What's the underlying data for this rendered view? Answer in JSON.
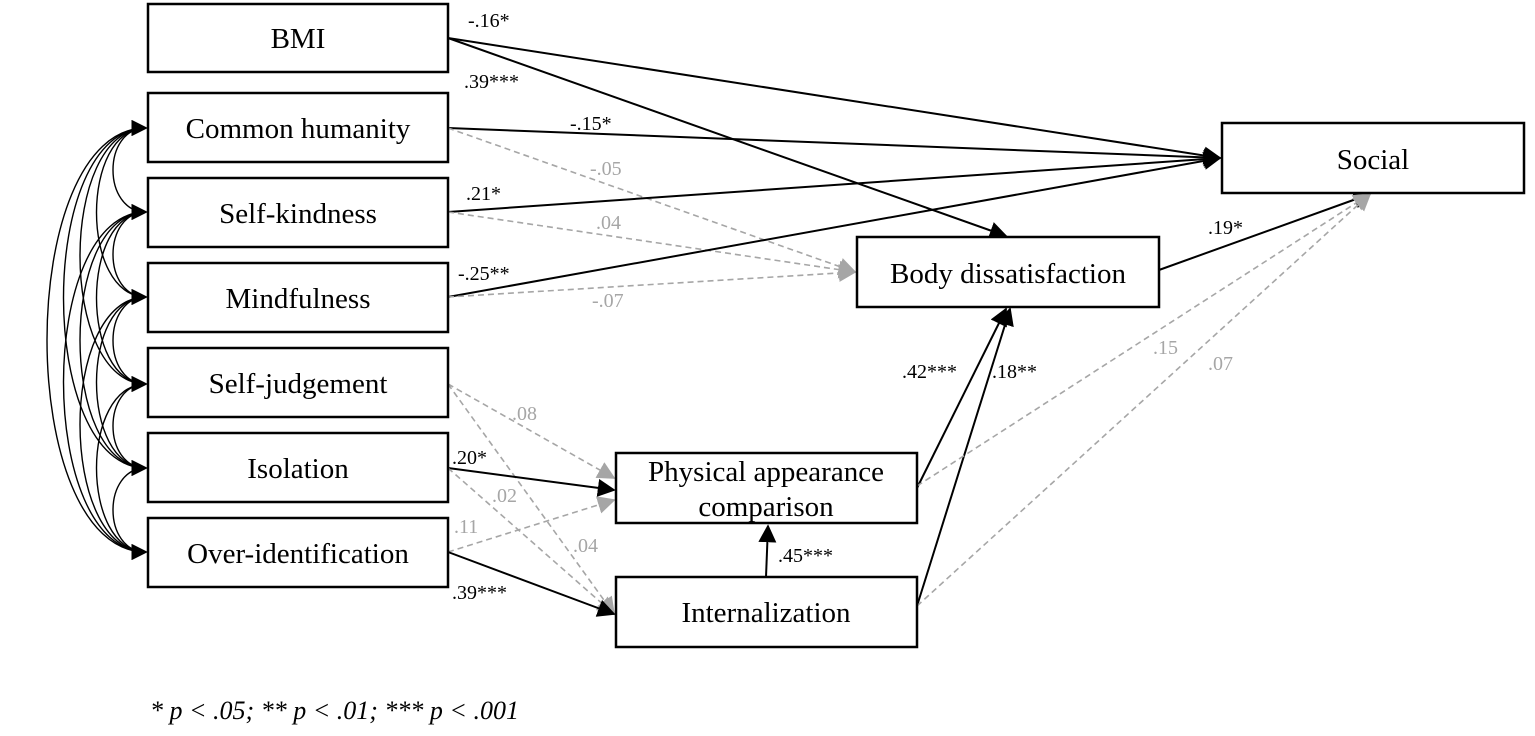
{
  "nodes": {
    "bmi": "BMI",
    "common_humanity": "Common humanity",
    "self_kindness": "Self-kindness",
    "mindfulness": "Mindfulness",
    "self_judgement": "Self-judgement",
    "isolation": "Isolation",
    "over_identification": "Over-identification",
    "social": "Social",
    "body_dissatisfaction": "Body dissatisfaction",
    "physical_appearance_comparison": [
      "Physical appearance",
      "comparison"
    ],
    "internalization": "Internalization"
  },
  "edges": [
    {
      "from": "bmi",
      "to": "social",
      "label": "-.16*",
      "significant": true
    },
    {
      "from": "bmi",
      "to": "body_dissatisfaction",
      "label": ".39***",
      "significant": true
    },
    {
      "from": "common_humanity",
      "to": "social",
      "label": "-.15*",
      "significant": true
    },
    {
      "from": "common_humanity",
      "to": "body_dissatisfaction",
      "label": "-.05",
      "significant": false
    },
    {
      "from": "self_kindness",
      "to": "social",
      "label": ".21*",
      "significant": true
    },
    {
      "from": "self_kindness",
      "to": "body_dissatisfaction",
      "label": ".04",
      "significant": false
    },
    {
      "from": "mindfulness",
      "to": "social",
      "label": "-.25**",
      "significant": true
    },
    {
      "from": "mindfulness",
      "to": "body_dissatisfaction",
      "label": "-.07",
      "significant": false
    },
    {
      "from": "body_dissatisfaction",
      "to": "social",
      "label": ".19*",
      "significant": true
    },
    {
      "from": "self_judgement",
      "to": "physical_appearance_comparison",
      "label": ".08",
      "significant": false
    },
    {
      "from": "self_judgement",
      "to": "internalization",
      "label": ".04",
      "significant": false
    },
    {
      "from": "isolation",
      "to": "physical_appearance_comparison",
      "label": ".20*",
      "significant": true
    },
    {
      "from": "isolation",
      "to": "internalization",
      "label": ".02",
      "significant": false
    },
    {
      "from": "over_identification",
      "to": "physical_appearance_comparison",
      "label": ".11",
      "significant": false
    },
    {
      "from": "over_identification",
      "to": "internalization",
      "label": ".39***",
      "significant": true
    },
    {
      "from": "internalization",
      "to": "physical_appearance_comparison",
      "label": ".45***",
      "significant": true
    },
    {
      "from": "physical_appearance_comparison",
      "to": "body_dissatisfaction",
      "label": ".42***",
      "significant": true
    },
    {
      "from": "internalization",
      "to": "body_dissatisfaction",
      "label": ".18**",
      "significant": true
    },
    {
      "from": "physical_appearance_comparison",
      "to": "social",
      "label": ".15",
      "significant": false
    },
    {
      "from": "internalization",
      "to": "social",
      "label": ".07",
      "significant": false
    }
  ],
  "footnote": "* p < .05; ** p < .01; *** p < .001",
  "colors": {
    "significant": "#000000",
    "nonsignificant": "#a6a6a6"
  }
}
